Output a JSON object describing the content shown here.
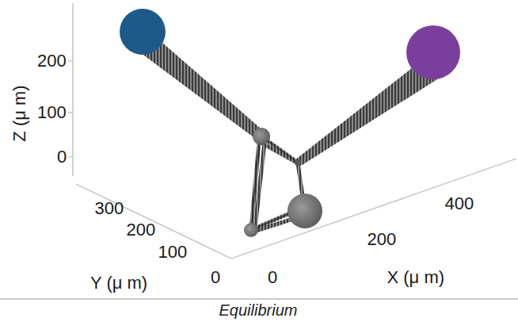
{
  "diagram": {
    "caption": "Equilibrium",
    "labels": [
      "Z (μ m)",
      "200",
      "100",
      "0",
      "300",
      "200",
      "100",
      "0",
      "Y (μ m)",
      "0",
      "200",
      "400",
      "X (μ m)"
    ]
  }
}
